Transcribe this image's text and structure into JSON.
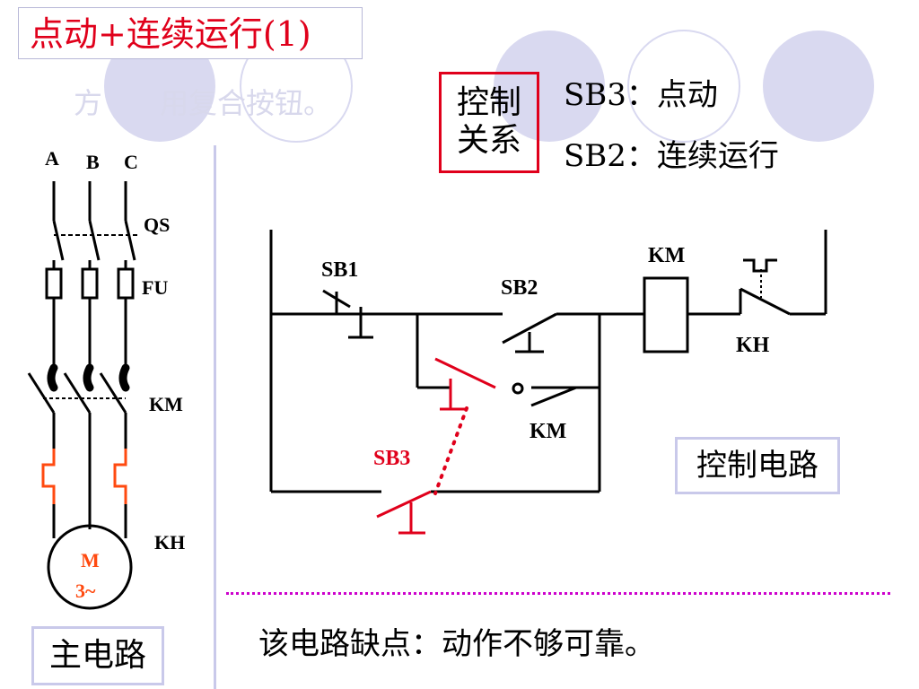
{
  "slide": {
    "title": "点动+连续运行(1)",
    "subtitle_faded": "方　　用复合按钮。",
    "control_relation": {
      "box_label_line1": "控制",
      "box_label_line2": "关系",
      "line1": "SB3：点动",
      "line2": "SB2：连续运行"
    },
    "main_circuit": {
      "phase_a": "A",
      "phase_b": "B",
      "phase_c": "C",
      "qs": "QS",
      "fu": "FU",
      "km": "KM",
      "kh": "KH",
      "motor_line1": "M",
      "motor_line2": "3~",
      "label": "主电路"
    },
    "control_circuit": {
      "sb1": "SB1",
      "sb2": "SB2",
      "sb3": "SB3",
      "km_coil": "KM",
      "km_contact": "KM",
      "kh": "KH",
      "label": "控制电路"
    },
    "note": "该电路缺点：动作不够可靠。"
  },
  "colors": {
    "accent_red": "#e0001b",
    "orange": "#ff4a10",
    "divider_magenta": "#cc00cc",
    "decor_circle": "#d9d9f0",
    "label_border": "#c9c9ea"
  }
}
